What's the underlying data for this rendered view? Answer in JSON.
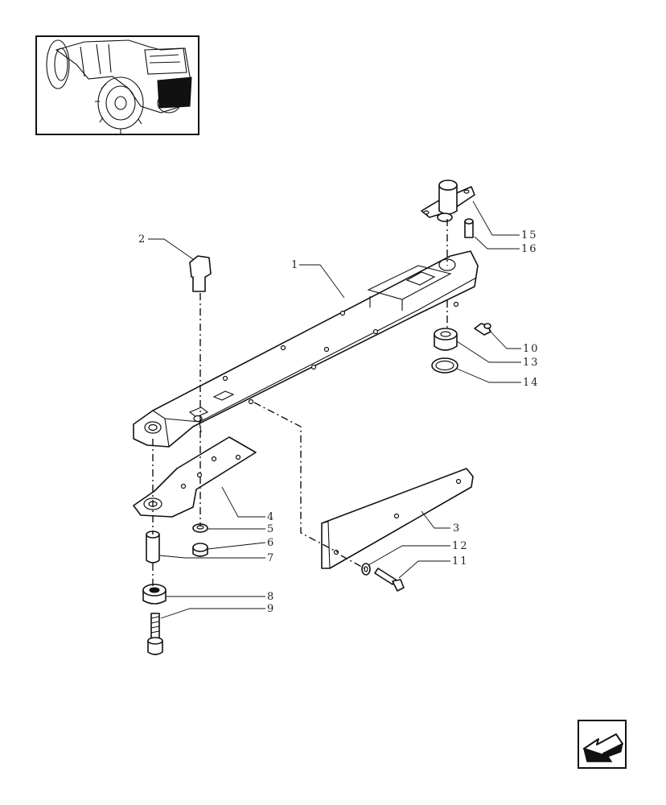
{
  "thumbnail": {
    "icon": "tractor-location-thumbnail"
  },
  "callouts": [
    {
      "id": "c1",
      "label": "1"
    },
    {
      "id": "c2",
      "label": "2"
    },
    {
      "id": "c3",
      "label": "3"
    },
    {
      "id": "c4",
      "label": "4"
    },
    {
      "id": "c5",
      "label": "5"
    },
    {
      "id": "c6",
      "label": "6"
    },
    {
      "id": "c7",
      "label": "7"
    },
    {
      "id": "c8",
      "label": "8"
    },
    {
      "id": "c9",
      "label": "9"
    },
    {
      "id": "c10",
      "label": "10"
    },
    {
      "id": "c11",
      "label": "11"
    },
    {
      "id": "c12",
      "label": "12"
    },
    {
      "id": "c13",
      "label": "13"
    },
    {
      "id": "c14",
      "label": "14"
    },
    {
      "id": "c15",
      "label": "15"
    },
    {
      "id": "c16",
      "label": "16"
    }
  ],
  "nav": {
    "icon": "back-arrow-icon"
  }
}
